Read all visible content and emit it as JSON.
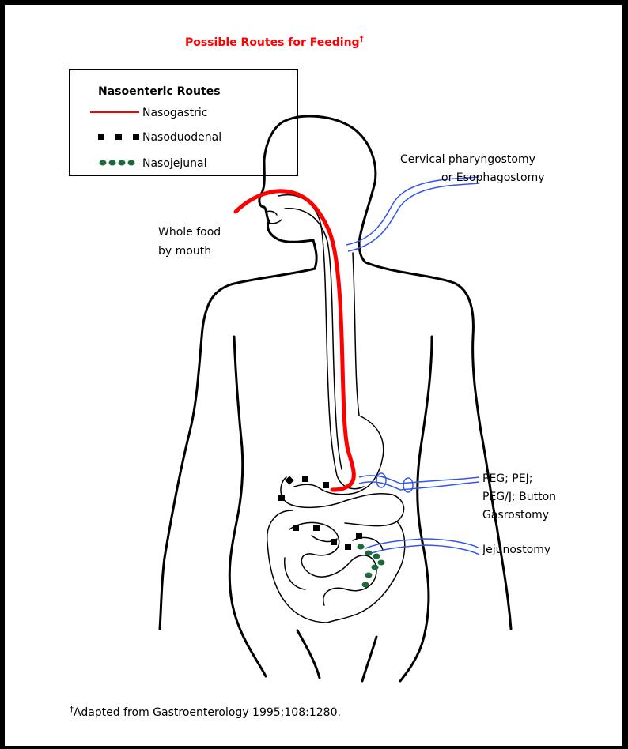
{
  "title": "Possible Routes for Feeding",
  "title_mark": "†",
  "legend": {
    "title": "Nasoenteric Routes",
    "items": [
      {
        "label": "Nasogastric",
        "style": "solid",
        "color": "#ff0000"
      },
      {
        "label": "Nasoduodenal",
        "style": "squares",
        "color": "#000000"
      },
      {
        "label": "Nasojejunal",
        "style": "dots",
        "color": "#1a6b3a"
      }
    ]
  },
  "labels": {
    "whole_food_1": "Whole food",
    "whole_food_2": "by mouth",
    "cervical_1": "Cervical pharyngostomy",
    "cervical_2": "or Esophagostomy",
    "peg_1": "PEG; PEJ;",
    "peg_2": "PEG/J; Button",
    "peg_3": "Gasrostomy",
    "jejunostomy": "Jejunostomy"
  },
  "footnote": {
    "mark": "†",
    "text": "Adapted from Gastroenterology 1995;108:1280."
  },
  "colors": {
    "nasogastric": "#ff0000",
    "nasoduodenal": "#000000",
    "nasojejunal": "#1a6b3a",
    "ostomy_tube": "#3355ee"
  }
}
